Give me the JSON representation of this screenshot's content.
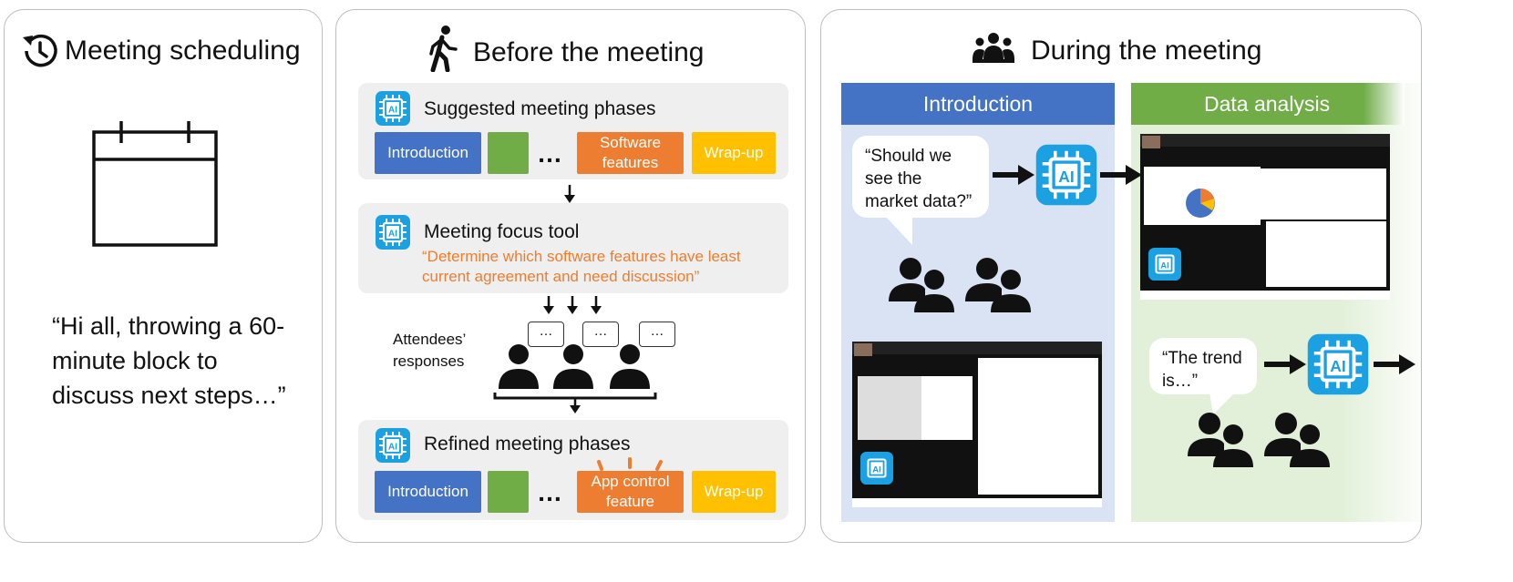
{
  "scheduling": {
    "title": "Meeting scheduling",
    "quote": "“Hi all, throwing a 60-minute block to discuss next steps…”"
  },
  "before": {
    "title": "Before the meeting",
    "suggested": {
      "title": "Suggested meeting phases",
      "phases": [
        "Introduction",
        "",
        "Software features",
        "Wrap-up"
      ],
      "ellipsis": "…"
    },
    "focus_tool": {
      "title": "Meeting focus tool",
      "quote": "“Determine which software features have least current agreement and need discussion”"
    },
    "responses_label": "Attendees’ responses",
    "bubble_text": "…",
    "refined": {
      "title": "Refined meeting phases",
      "phases": [
        "Introduction",
        "",
        "App control feature",
        "Wrap-up"
      ],
      "ellipsis": "…"
    }
  },
  "during": {
    "title": "During the meeting",
    "phase1": {
      "label": "Introduction",
      "speech": "“Should we see the market data?”"
    },
    "phase2": {
      "label": "Data analysis",
      "speech": "“The trend is…”"
    },
    "ai_label": "AI"
  },
  "colors": {
    "blue": "#4472c4",
    "green": "#70ad47",
    "orange": "#ed7d31",
    "yellow": "#ffc000",
    "ai_blue": "#1ba1e2",
    "light_blue_bg": "#dae3f3",
    "light_green_bg": "#e2f0d9"
  }
}
